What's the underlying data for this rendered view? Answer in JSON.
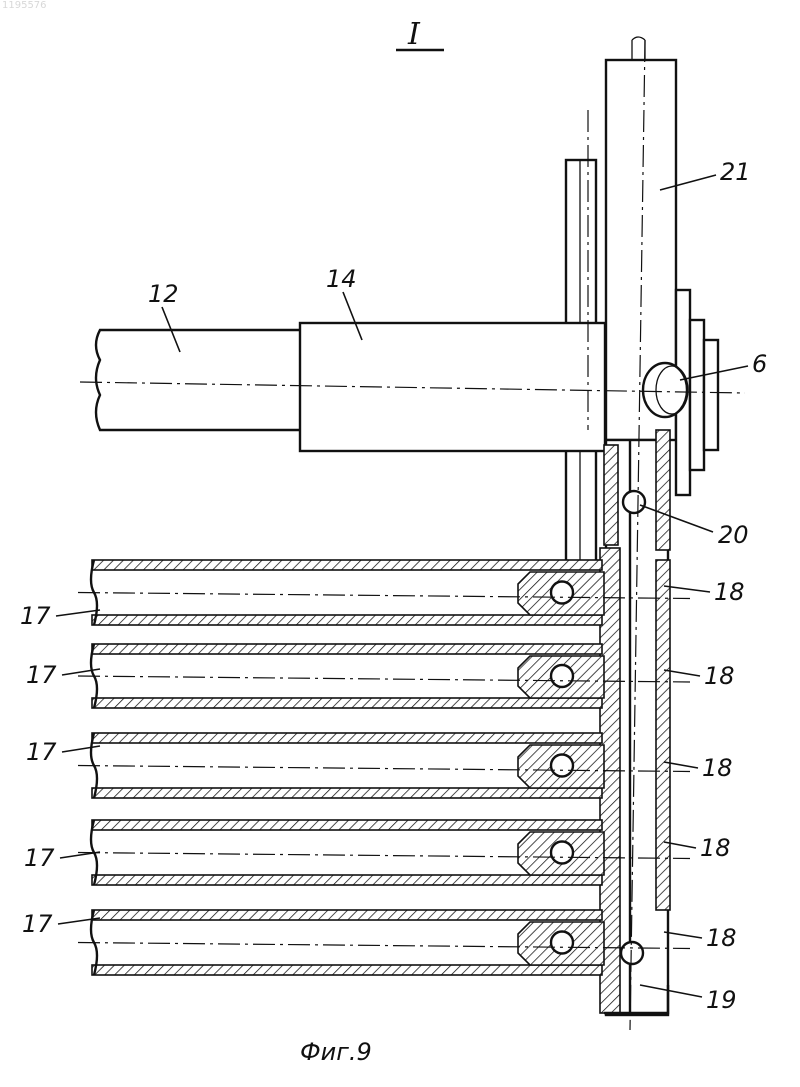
{
  "corner_id": "1195576",
  "view_label": "I",
  "caption": "Фиг.9",
  "labels": {
    "l12": "12",
    "l14": "14",
    "l21": "21",
    "l6": "6",
    "l20": "20",
    "l19": "19",
    "l17": "17",
    "l18": "18"
  }
}
